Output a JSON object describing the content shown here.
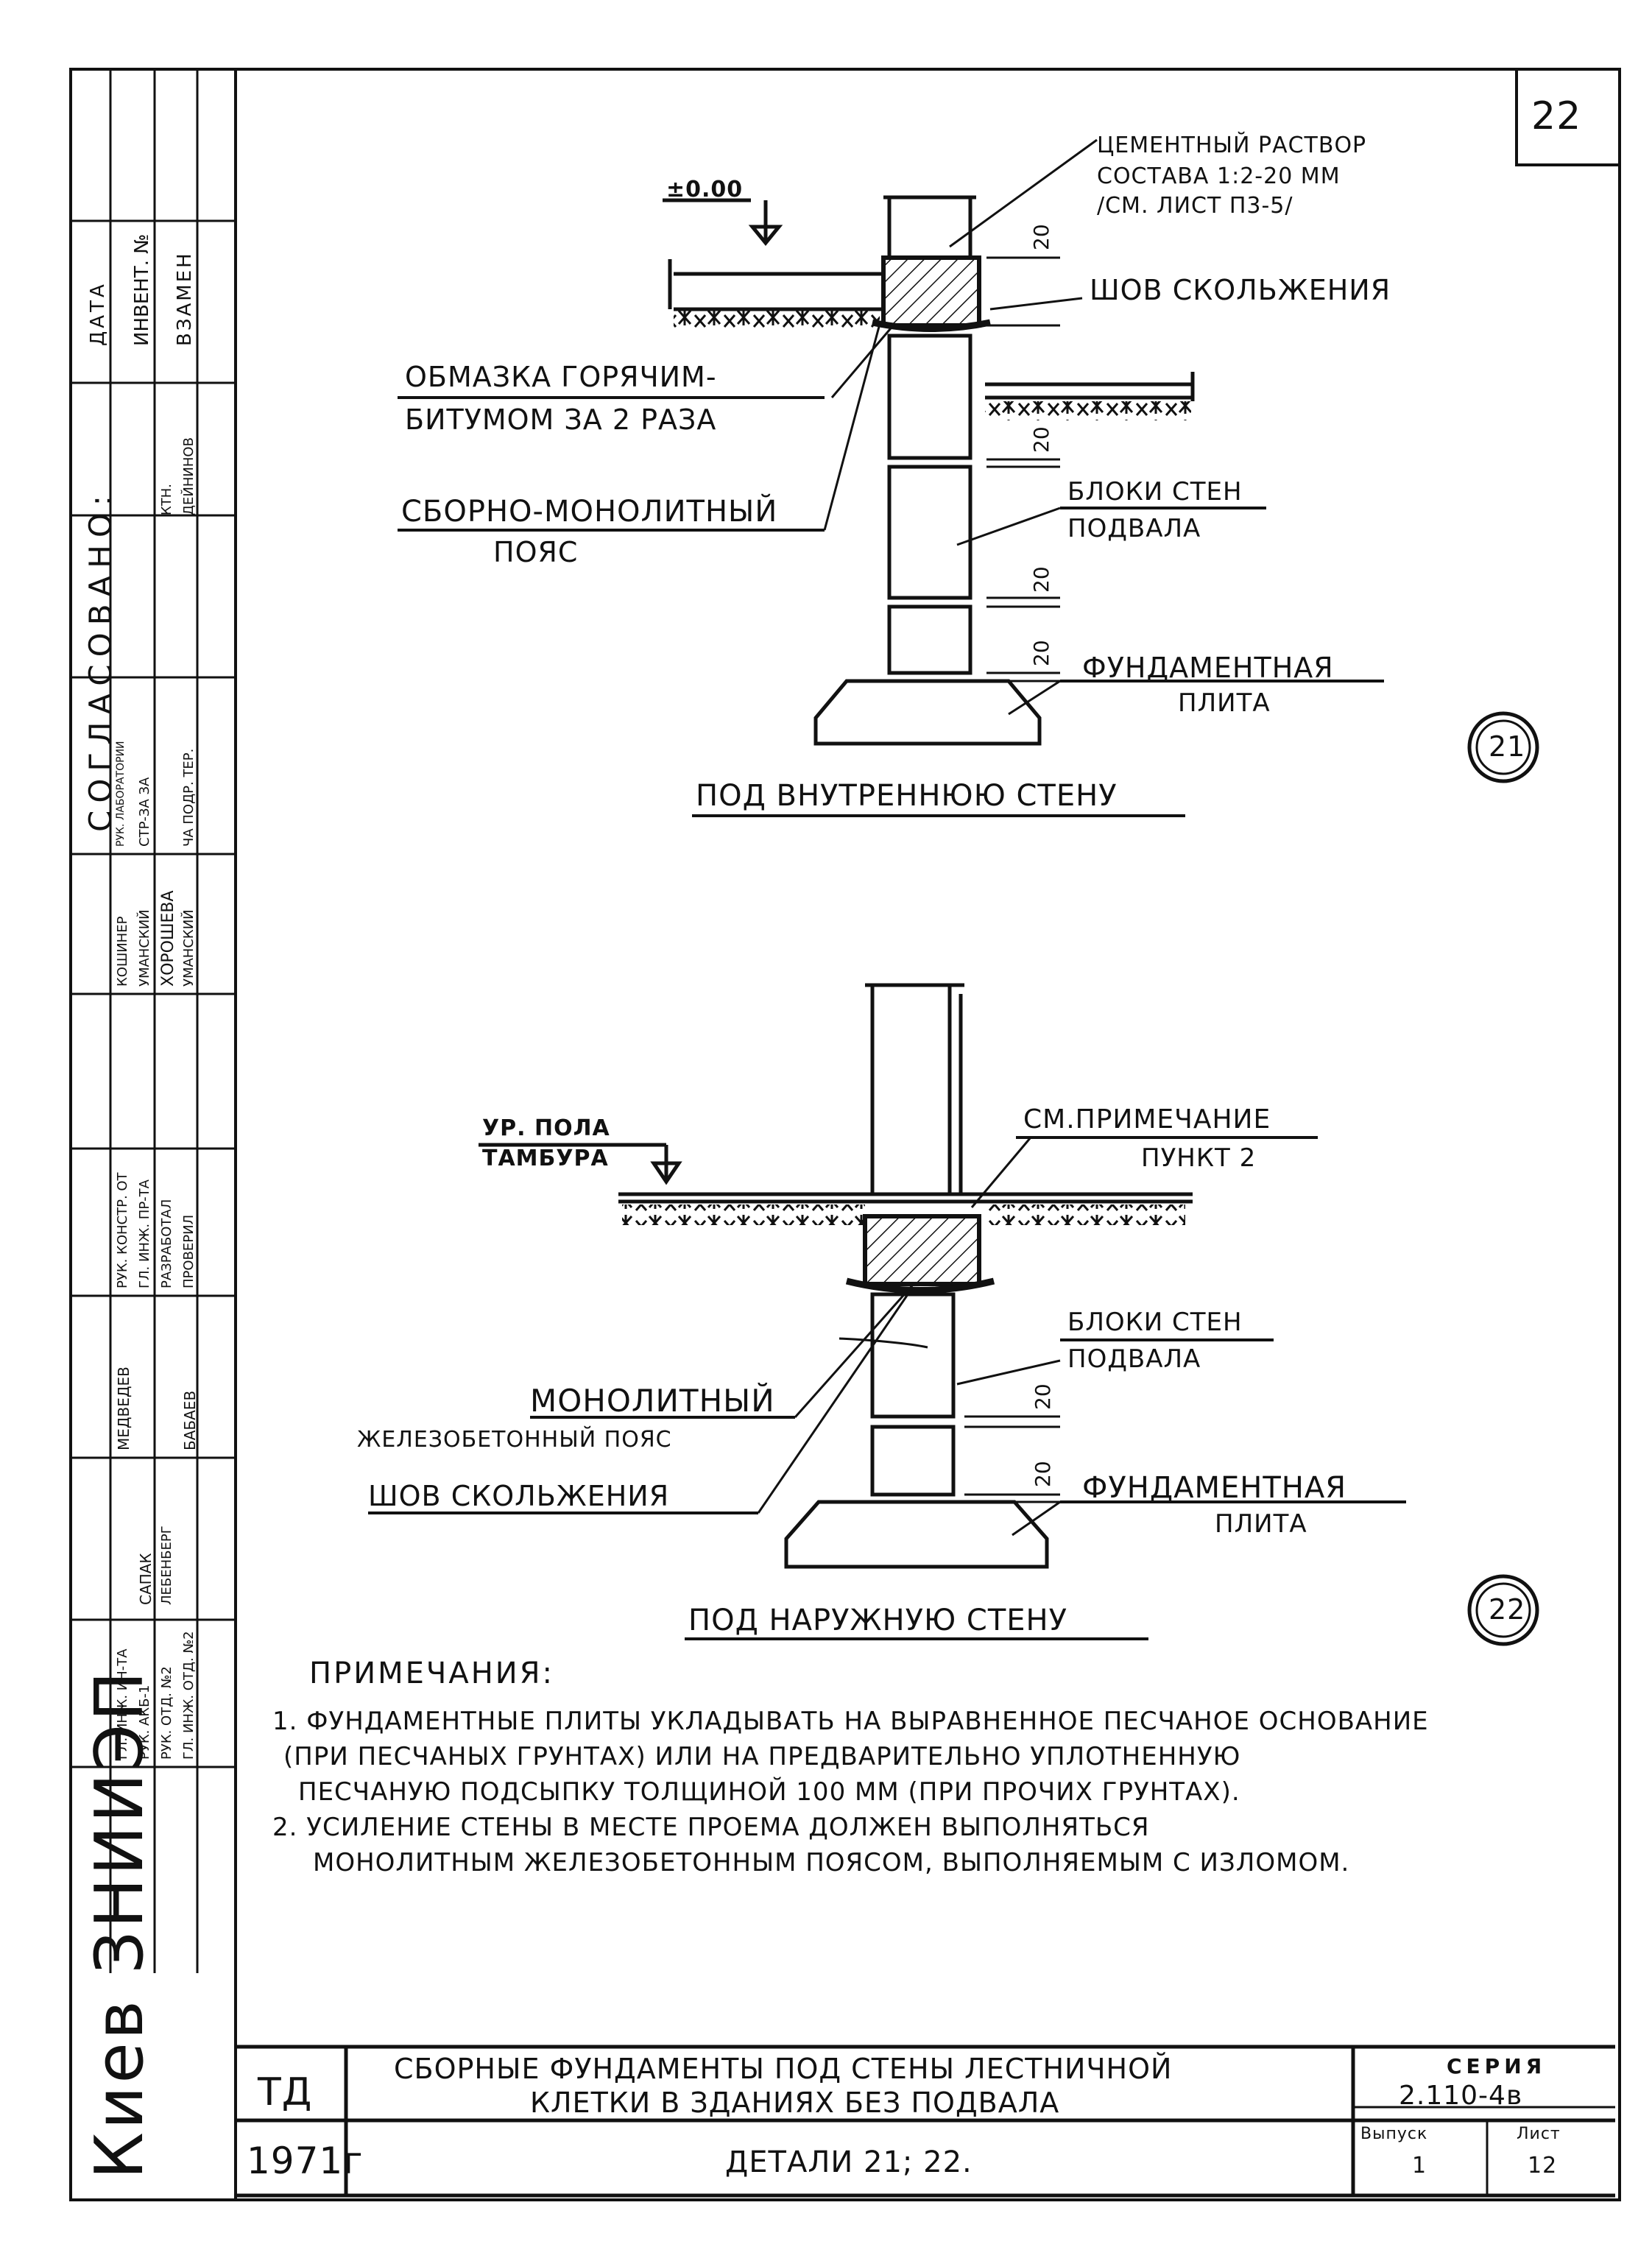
{
  "sheet_number": "22",
  "detail21": {
    "level_mark": "±0.00",
    "mortar_note": [
      "ЦЕМЕНТНЫЙ РАСТВОР",
      "СОСТАВА 1:2-20 ММ",
      "/СМ. ЛИСТ П3-5/"
    ],
    "slip_joint": "ШОВ СКОЛЬЖЕНИЯ",
    "bitumen": [
      "ОБМАЗКА ГОРЯЧИМ-",
      "БИТУМОМ ЗА 2 РАЗА"
    ],
    "belt": [
      "СБОРНО-МОНОЛИТНЫЙ",
      "ПОЯС"
    ],
    "blocks": [
      "БЛОКИ СТЕН",
      "ПОДВАЛА"
    ],
    "foundation": [
      "ФУНДАМЕНТНАЯ",
      "ПЛИТА"
    ],
    "dim": "20",
    "caption": "ПОД ВНУТРЕННЮЮ СТЕНУ",
    "number": "21"
  },
  "detail22": {
    "floor_level": [
      "УР. ПОЛА",
      "ТАМБУРА"
    ],
    "see_note": [
      "СМ.ПРИМЕЧАНИЕ",
      "ПУНКТ 2"
    ],
    "blocks": [
      "БЛОКИ СТЕН",
      "ПОДВАЛА"
    ],
    "belt": [
      "МОНОЛИТНЫЙ",
      "ЖЕЛЕЗОБЕТОННЫЙ ПОЯС"
    ],
    "slip_joint": "ШОВ СКОЛЬЖЕНИЯ",
    "foundation": [
      "ФУНДАМЕНТНАЯ",
      "ПЛИТА"
    ],
    "dim": "20",
    "caption": "ПОД НАРУЖНУЮ СТЕНУ",
    "number": "22"
  },
  "notes": {
    "title": "ПРИМЕЧАНИЯ:",
    "lines": [
      "1. ФУНДАМЕНТНЫЕ ПЛИТЫ УКЛАДЫВАТЬ НА ВЫРАВНЕННОЕ ПЕСЧАНОЕ ОСНОВАНИЕ",
      "(ПРИ ПЕСЧАНЫХ ГРУНТАХ) ИЛИ НА ПРЕДВАРИТЕЛЬНО УПЛОТНЕННУЮ",
      "ПЕСЧАНУЮ ПОДСЫПКУ ТОЛЩИНОЙ 100 ММ (ПРИ ПРОЧИХ ГРУНТАХ).",
      "2. УСИЛЕНИЕ СТЕНЫ В МЕСТЕ ПРОЕМА ДОЛЖЕН ВЫПОЛНЯТЬСЯ",
      "МОНОЛИТНЫМ ЖЕЛЕЗОБЕТОННЫМ ПОЯСОМ, ВЫПОЛНЯЕМЫМ С ИЗЛОМОМ."
    ]
  },
  "title_block": {
    "org": "ТД",
    "year": "1971г",
    "title_line1": "СБОРНЫЕ ФУНДАМЕНТЫ ПОД СТЕНЫ ЛЕСТНИЧНОЙ",
    "title_line2": "КЛЕТКИ В ЗДАНИЯХ БЕЗ ПОДВАЛА",
    "subtitle": "ДЕТАЛИ 21; 22.",
    "series_label": "СЕРИЯ",
    "series_value": "2.110-4в",
    "issue_label": "Выпуск",
    "issue_value": "1",
    "sheet_label": "Лист",
    "sheet_value": "12"
  },
  "side_stamp": {
    "city": "Киев ЗНИИЭП",
    "header": [
      "ДАТА",
      "ИНВЕНТ. №",
      "ВЗАМЕН"
    ],
    "agreed": "СОГЛАСОВАНО:",
    "cols": [
      [
        "ГЛ. ИНЖ. ИН-ТА",
        "РУК. АКБ-1",
        "РУК. ОТД. №2",
        "ГЛ. ИНЖ. ОТД. №2"
      ],
      [
        "МЕДВЕДЕВ",
        "САПАК",
        "ЛЕБЕНБЕРГ",
        "БАБАЕВ"
      ],
      [
        "РУК. КОНСТР. ОТ",
        "ГЛ. ИНЖ. ПР-ТА",
        "РАЗРАБОТАЛ",
        "ПРОВЕРИЛ"
      ],
      [
        "КОШИНЕР",
        "УМАНСКИЙ",
        "ХОРОШЕВА",
        "УМАНСКИЙ"
      ],
      [
        "РУК. ЛАБОРАТОРИИ",
        "СТР-ЗА ЗА",
        "ЧА ПОДР. ТЕР.",
        "КТН.",
        "ДЕЙНИНОВ"
      ]
    ]
  }
}
